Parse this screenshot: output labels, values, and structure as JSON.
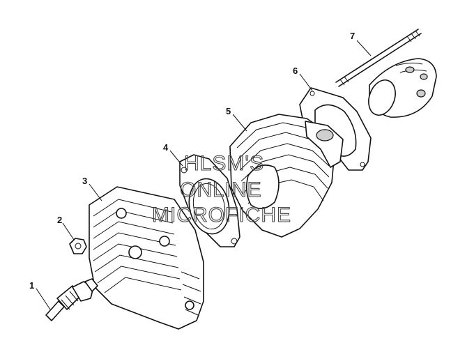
{
  "watermark": {
    "line1": "HLSM'S",
    "line2": "ONLINE",
    "line3": "MICROFICHE"
  },
  "callouts": [
    {
      "id": "1",
      "label": "1"
    },
    {
      "id": "2",
      "label": "2"
    },
    {
      "id": "3",
      "label": "3"
    },
    {
      "id": "4",
      "label": "4"
    },
    {
      "id": "5",
      "label": "5"
    },
    {
      "id": "6",
      "label": "6"
    },
    {
      "id": "7",
      "label": "7"
    }
  ],
  "colors": {
    "ink": "#111111",
    "paper": "#ffffff",
    "watermark": "#444444"
  }
}
